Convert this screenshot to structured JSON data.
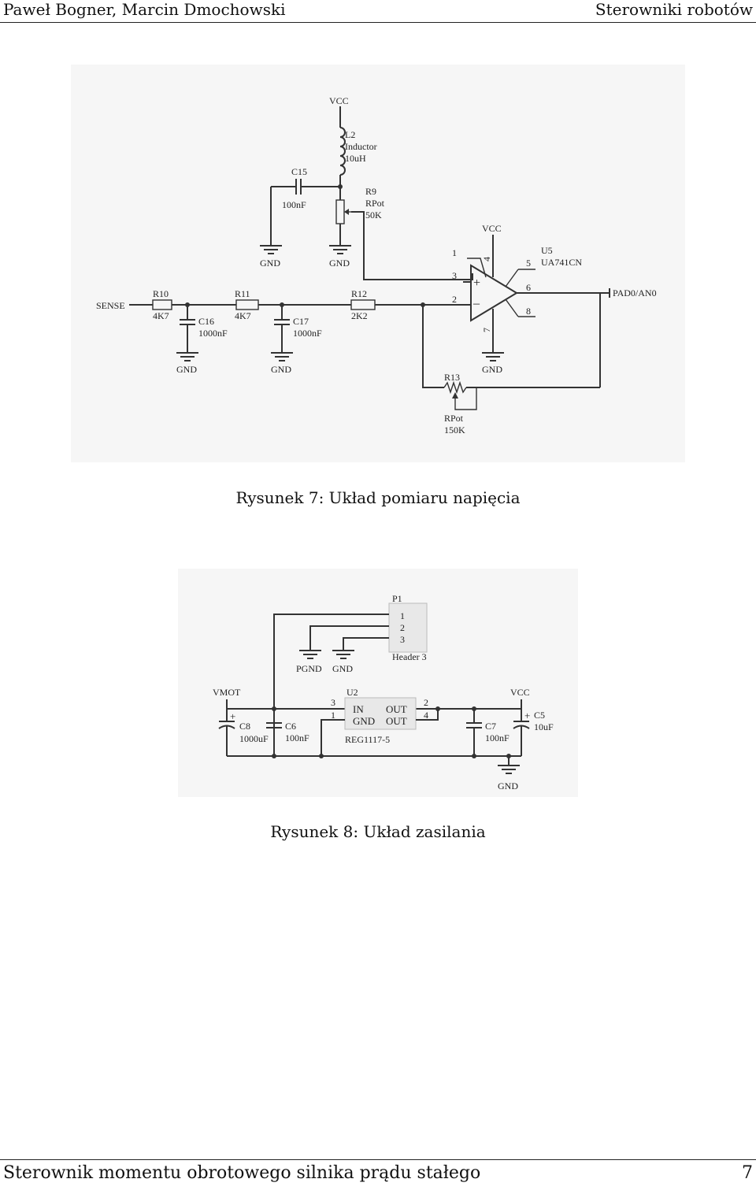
{
  "header": {
    "authors": "Paweł Bogner, Marcin Dmochowski",
    "topic": "Sterowniki robotów"
  },
  "figure7": {
    "caption": "Rysunek 7: Układ pomiaru napięcia",
    "labels": {
      "vcc_top": "VCC",
      "l2": "L2",
      "l2_type": "Inductor",
      "l2_val": "10uH",
      "c15": "C15",
      "c15_val": "100nF",
      "r9": "R9",
      "r9_type": "RPot",
      "r9_val": "50K",
      "gnd_c15": "GND",
      "gnd_r9": "GND",
      "vcc_u5": "VCC",
      "u5": "U5",
      "u5_part": "UA741CN",
      "pin1": "1",
      "pin2": "2",
      "pin3": "3",
      "pin4": "4",
      "pin5": "5",
      "pin6": "6",
      "pin7": "7",
      "pin8": "8",
      "sense": "SENSE",
      "r10": "R10",
      "r10_val": "4K7",
      "c16": "C16",
      "c16_val": "1000nF",
      "r11": "R11",
      "r11_val": "4K7",
      "c17": "C17",
      "c17_val": "1000nF",
      "r12": "R12",
      "r12_val": "2K2",
      "gnd_c16": "GND",
      "gnd_c17": "GND",
      "gnd_u5": "GND",
      "r13": "R13",
      "r13_type": "RPot",
      "r13_val": "150K",
      "pad": "PAD0/AN0",
      "plus": "+",
      "minus": "–"
    }
  },
  "figure8": {
    "caption": "Rysunek 8: Układ zasilania",
    "labels": {
      "p1": "P1",
      "p1_pin1": "1",
      "p1_pin2": "2",
      "p1_pin3": "3",
      "header": "Header 3",
      "pgnd": "PGND",
      "gnd_p1": "GND",
      "vmot": "VMOT",
      "c8": "C8",
      "c8_val": "1000uF",
      "c6": "C6",
      "c6_val": "100nF",
      "u2": "U2",
      "u2_pin3": "3",
      "u2_pin1": "1",
      "u2_pin2": "2",
      "u2_pin4": "4",
      "u2_in": "IN",
      "u2_gnd": "GND",
      "u2_out1": "OUT",
      "u2_out2": "OUT",
      "u2_part": "REG1117-5",
      "vcc": "VCC",
      "c7": "C7",
      "c7_val": "100nF",
      "c5": "C5",
      "c5_val": "10uF",
      "gnd_bottom": "GND",
      "plus": "+"
    }
  },
  "footer": {
    "title": "Sterownik momentu obrotowego silnika prądu stałego",
    "page": "7"
  }
}
